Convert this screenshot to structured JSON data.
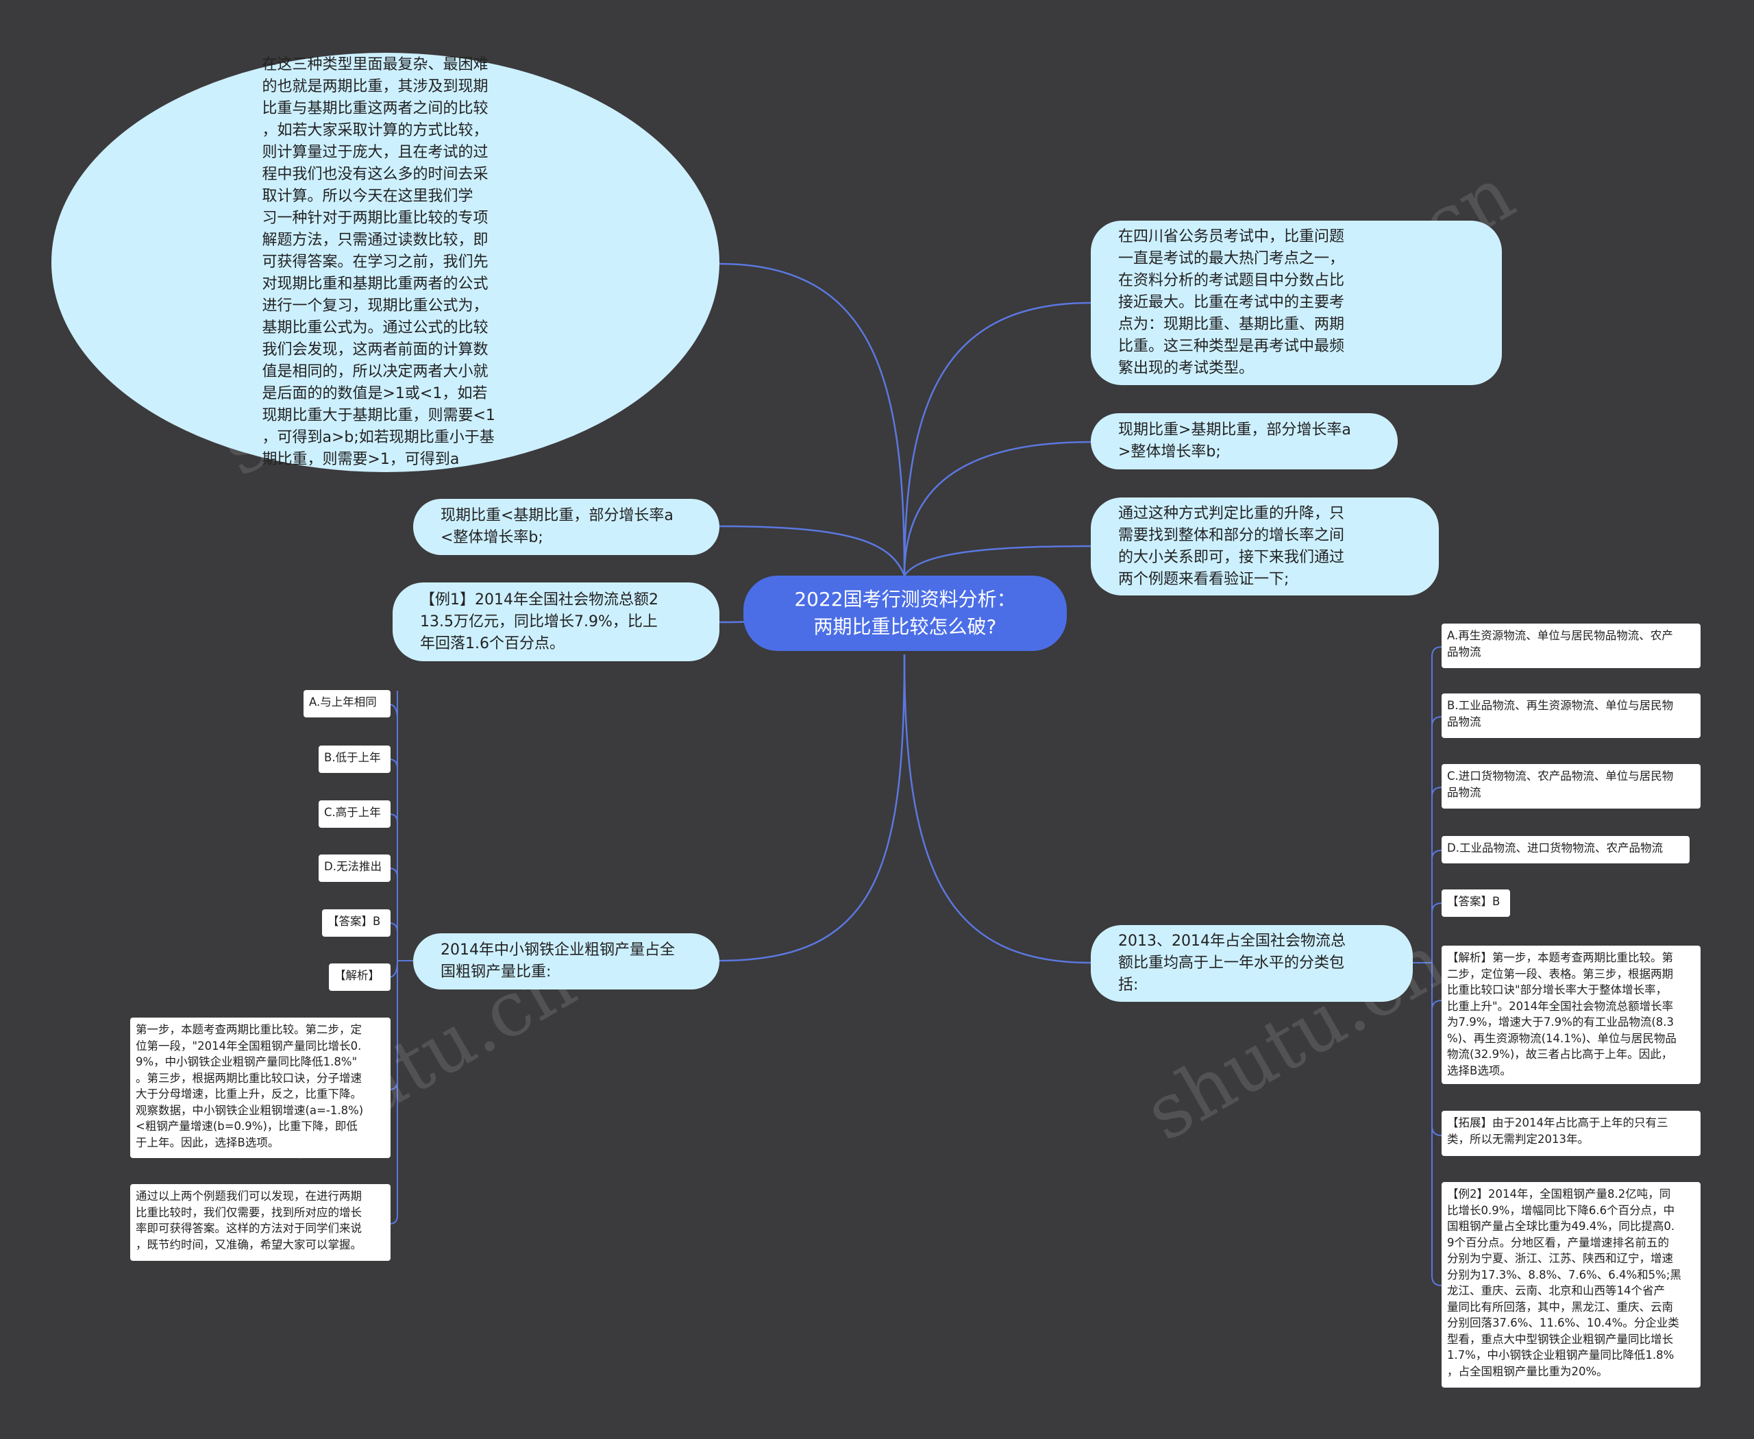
{
  "root": {
    "title": "2022国考行测资料分析：\n两期比重比较怎么破?"
  },
  "left": {
    "intro": "在这三种类型里面最复杂、最困难\n的也就是两期比重，其涉及到现期\n比重与基期比重这两者之间的比较\n，如若大家采取计算的方式比较，\n则计算量过于庞大，且在考试的过\n程中我们也没有这么多的时间去采\n取计算。所以今天在这里我们学\n习一种针对于两期比重比较的专项\n解题方法，只需通过读数比较，即\n可获得答案。在学习之前，我们先\n对现期比重和基期比重两者的公式\n进行一个复习，现期比重公式为，\n基期比重公式为。通过公式的比较\n我们会发现，这两者前面的计算数\n值是相同的，所以决定两者大小就\n是后面的的数值是>1或<1，如若\n现期比重大于基期比重，则需要<1\n，可得到a>b;如若现期比重小于基\n期比重，则需要>1，可得到a",
    "rule_less": "现期比重<基期比重，部分增长率a\n<整体增长率b;",
    "example1": "【例1】2014年全国社会物流总额2\n13.5万亿元，同比增长7.9%，比上\n年回落1.6个百分点。",
    "q2": "2014年中小钢铁企业粗钢产量占全\n国粗钢产量比重:",
    "q2_children": [
      "A.与上年相同",
      "B.低于上年",
      "C.高于上年",
      "D.无法推出",
      "【答案】B",
      "【解析】",
      "第一步，本题考查两期比重比较。第二步，定\n位第一段，\"2014年全国粗钢产量同比增长0.\n9%，中小钢铁企业粗钢产量同比降低1.8%\"\n。第三步，根据两期比重比较口诀，分子增速\n大于分母增速，比重上升，反之，比重下降。\n观察数据，中小钢铁企业粗钢增速(a=-1.8%)\n<粗钢产量增速(b=0.9%)，比重下降，即低\n于上年。因此，选择B选项。",
      "通过以上两个例题我们可以发现，在进行两期\n比重比较时，我们仅需要，找到所对应的增长\n率即可获得答案。这样的方法对于同学们来说\n，既节约时间，又准确，希望大家可以掌握。"
    ]
  },
  "right": {
    "intro": "在四川省公务员考试中，比重问题\n一直是考试的最大热门考点之一，\n在资料分析的考试题目中分数占比\n接近最大。比重在考试中的主要考\n点为：现期比重、基期比重、两期\n比重。这三种类型是再考试中最频\n繁出现的考试类型。",
    "rule_greater": "现期比重>基期比重，部分增长率a\n>整体增长率b;",
    "method": "通过这种方式判定比重的升降，只\n需要找到整体和部分的增长率之间\n的大小关系即可，接下来我们通过\n两个例题来看看验证一下;",
    "q1": "2013、2014年占全国社会物流总\n额比重均高于上一年水平的分类包\n括:",
    "q1_children": [
      "A.再生资源物流、单位与居民物品物流、农产\n品物流",
      "B.工业品物流、再生资源物流、单位与居民物\n品物流",
      "C.进口货物物流、农产品物流、单位与居民物\n品物流",
      "D.工业品物流、进口货物物流、农产品物流",
      "【答案】B",
      "【解析】第一步，本题考查两期比重比较。第\n二步，定位第一段、表格。第三步，根据两期\n比重比较口诀\"部分增长率大于整体增长率，\n比重上升\"。2014年全国社会物流总额增长率\n为7.9%，增速大于7.9%的有工业品物流(8.3\n%)、再生资源物流(14.1%)、单位与居民物品\n物流(32.9%)，故三者占比高于上年。因此，\n选择B选项。",
      "【拓展】由于2014年占比高于上年的只有三\n类，所以无需判定2013年。",
      "【例2】2014年，全国粗钢产量8.2亿吨，同\n比增长0.9%，增幅同比下降6.6个百分点，中\n国粗钢产量占全球比重为49.4%，同比提高0.\n9个百分点。分地区看，产量增速排名前五的\n分别为宁夏、浙江、江苏、陕西和辽宁，增速\n分别为17.3%、8.8%、7.6%、6.4%和5%;黑\n龙江、重庆、云南、北京和山西等14个省产\n量同比有所回落，其中，黑龙江、重庆、云南\n分别回落37.6%、11.6%、10.4%。分企业类\n型看，重点大中型钢铁企业粗钢产量同比增长\n1.7%，中小钢铁企业粗钢产量同比降低1.8%\n，占全国粗钢产量比重为20%。"
    ]
  },
  "style": {
    "background": "#3b3a3c",
    "root_fill": "#4b6ee6",
    "node_fill": "#cdf0ff",
    "leaf_fill": "#ffffff",
    "link_color": "#5b78e0"
  }
}
